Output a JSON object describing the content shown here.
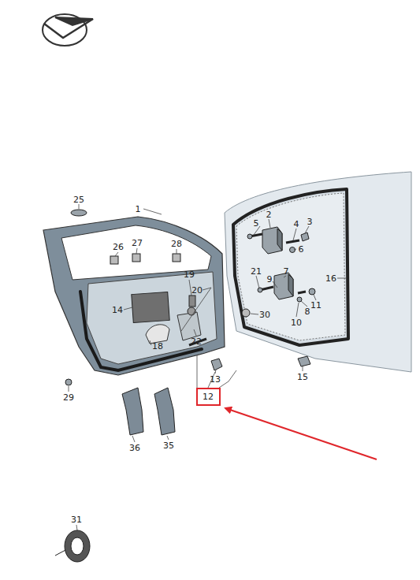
{
  "diagram": {
    "nodes": [
      {
        "text": [
          "12"
        ]
      }
    ],
    "labels": [
      "25",
      "1",
      "26",
      "27",
      "28",
      "19",
      "20",
      "14",
      "18",
      "22",
      "2",
      "4",
      "3",
      "5",
      "6",
      "21",
      "9",
      "7",
      "16",
      "8",
      "11",
      "10",
      "30",
      "15",
      "13",
      "29",
      "36",
      "35",
      "31"
    ]
  }
}
